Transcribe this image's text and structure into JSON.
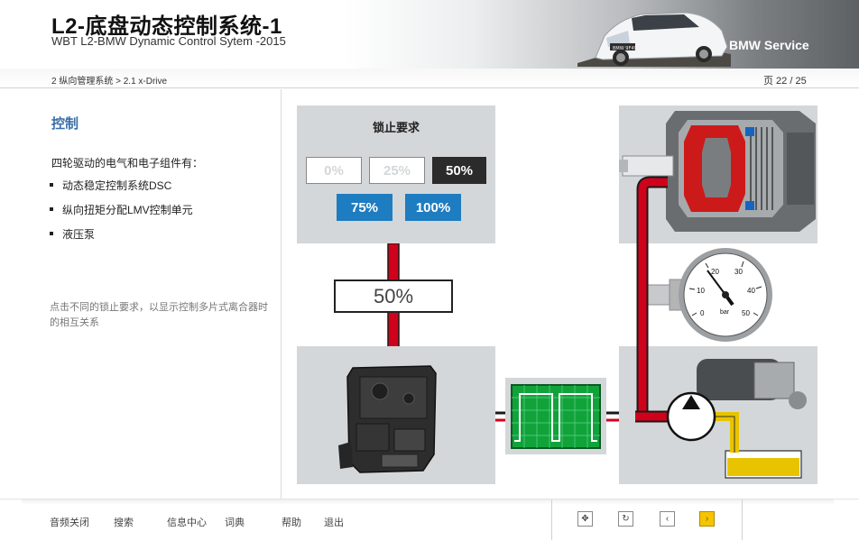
{
  "header": {
    "title": "L2-底盘动态控制系统-1",
    "subtitle": "WBT  L2-BMW Dynamic Control Sytem -2015",
    "brand": "BMW Service",
    "car_plate": "BMW 9F490"
  },
  "breadcrumb": {
    "path": "2 纵向管理系统 > 2.1 x-Drive",
    "page": "页 22 / 25"
  },
  "content": {
    "section_title": "控制",
    "intro": "四轮驱动的电气和电子组件有：",
    "bullets": [
      "动态稳定控制系统DSC",
      "纵向扭矩分配LMV控制单元",
      "液压泵"
    ],
    "hint": "点击不同的锁止要求，以显示控制多片式离合器时的相互关系"
  },
  "lock_panel": {
    "title": "锁止要求",
    "options": [
      {
        "label": "0%",
        "state": "inactive"
      },
      {
        "label": "25%",
        "state": "inactive"
      },
      {
        "label": "50%",
        "state": "selected"
      },
      {
        "label": "75%",
        "state": "available"
      },
      {
        "label": "100%",
        "state": "available"
      }
    ],
    "current_value": "50%"
  },
  "gauge": {
    "ticks": [
      "0",
      "10",
      "20",
      "30",
      "40",
      "50"
    ],
    "unit": "bar"
  },
  "footer": {
    "menu": [
      "音频关闭",
      "搜索",
      "信息中心",
      "词典",
      "帮助",
      "退出"
    ]
  },
  "colors": {
    "accent_blue": "#1e7cc0",
    "title_blue": "#3a6fa8",
    "hydraulic_red": "#d0021b",
    "oil_yellow": "#e8c400",
    "signal_green": "#11a33a",
    "panel_gray": "#d4d7d9",
    "nav_active": "#f6c400"
  }
}
